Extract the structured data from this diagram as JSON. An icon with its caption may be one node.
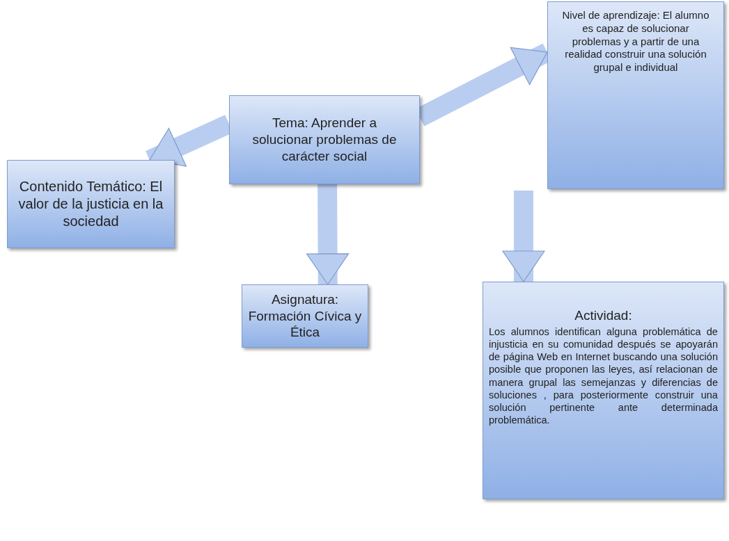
{
  "diagram": {
    "nodes": [
      {
        "text": [
          "Tema: Aprender a solucionar problemas de carácter social"
        ]
      },
      {
        "text": [
          "Contenido Temático: El valor de la justicia en la sociedad"
        ]
      },
      {
        "text": [
          "Nivel de aprendizaje: El alumno es capaz de solucionar problemas y a partir de una realidad construir una solución grupal e individual"
        ]
      },
      {
        "text": [
          "Asignatura: Formación Cívica y Ética"
        ]
      },
      {
        "text": [
          "Actividad:",
          "Los alumnos identifican alguna problemática de injusticia en su comunidad después se apoyarán de página Web en Internet buscando una solución posible que proponen las leyes, así relacionan de manera grupal las semejanzas y diferencias de soluciones , para posteriormente construir una solución pertinente ante determinada problemática."
        ]
      }
    ],
    "edges": [
      {
        "from": 0,
        "to": 1,
        "arrow": "to"
      },
      {
        "from": 0,
        "to": 2,
        "arrow": "to"
      },
      {
        "from": 0,
        "to": 3,
        "arrow": "to"
      },
      {
        "from": null,
        "to": 4,
        "arrow": "to"
      }
    ]
  }
}
